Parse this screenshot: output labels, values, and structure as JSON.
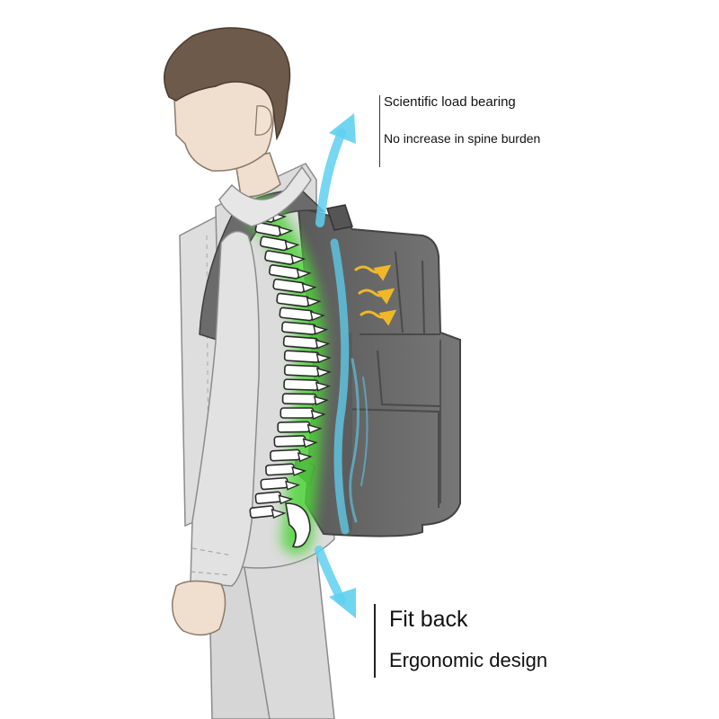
{
  "callouts": {
    "top": {
      "heading": "Scientific load bearing",
      "detail": "No increase in spine burden"
    },
    "bottom": {
      "heading": "Fit back",
      "detail": "Ergonomic design"
    }
  },
  "colors": {
    "shirt": "#dcdcdc",
    "hair": "#6e5a4a",
    "skin": "#f0dfcf",
    "backpack": "#6a6a6a",
    "spine_glow": "#4fd43a",
    "airflow": "#5fd0f0",
    "airflow_arrows": "#f0b828"
  }
}
